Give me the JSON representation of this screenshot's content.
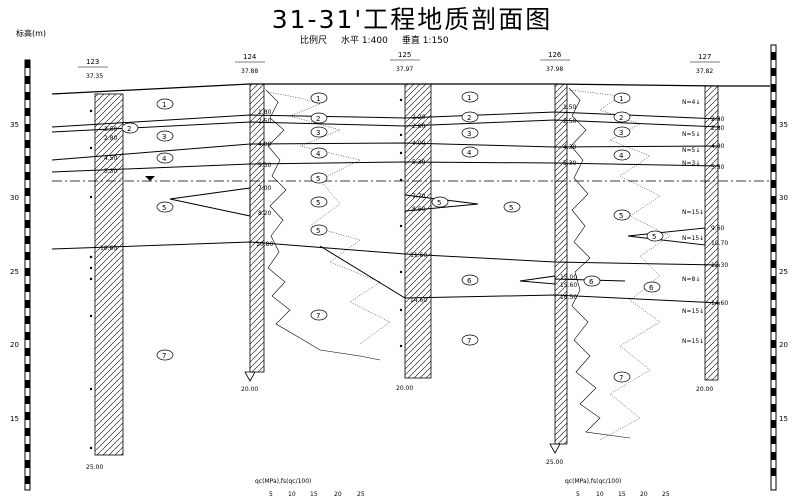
{
  "title": "31-31'工程地质剖面图",
  "scale": {
    "label": "比例尺",
    "horizontal": "水平 1:400",
    "vertical": "垂直 1:150"
  },
  "elevation_axis_label": "标高(m)",
  "elevation_ticks": [
    "35",
    "30",
    "25",
    "20",
    "15"
  ],
  "boreholes": [
    {
      "id": "123",
      "top_elev": "37.35",
      "depths": [
        "2.50",
        "2.80",
        "4.50",
        "5.30",
        "10.60"
      ],
      "bottom": "25.00"
    },
    {
      "id": "124",
      "top_elev": "37.88",
      "depths": [
        "1.80",
        "2.50",
        "4.00",
        "5.30",
        "7.00",
        "8.20",
        "10.80"
      ],
      "bottom": "20.00"
    },
    {
      "id": "125",
      "top_elev": "37.97",
      "depths": [
        "2.20",
        "2.80",
        "4.00",
        "5.30",
        "7.70",
        "8.60",
        "11.60",
        "14.60"
      ],
      "bottom": "20.00"
    },
    {
      "id": "126",
      "top_elev": "37.98",
      "depths": [
        "1.50",
        "2.50",
        "4.30",
        "5.30",
        "15.00",
        "15.60",
        "16.50"
      ],
      "bottom": "25.00"
    },
    {
      "id": "127",
      "top_elev": "37.82",
      "depths": [
        "2.30",
        "2.80",
        "4.00",
        "5.50",
        "9.60",
        "10.70",
        "12.30",
        "14.60"
      ],
      "bottom": "20.00"
    }
  ],
  "spt": [
    "N=4↓",
    "N=5↓",
    "N=5↓",
    "N=3↓",
    "N=15↓",
    "N=15↓",
    "N=8↓",
    "N=15↓",
    "N=15↓"
  ],
  "layers": [
    "1",
    "2",
    "3",
    "4",
    "5",
    "6",
    "7"
  ],
  "cpt_axis": {
    "label": "qc(MPa),fs(qc/100)",
    "ticks": [
      "5",
      "10",
      "15",
      "20",
      "25"
    ]
  }
}
